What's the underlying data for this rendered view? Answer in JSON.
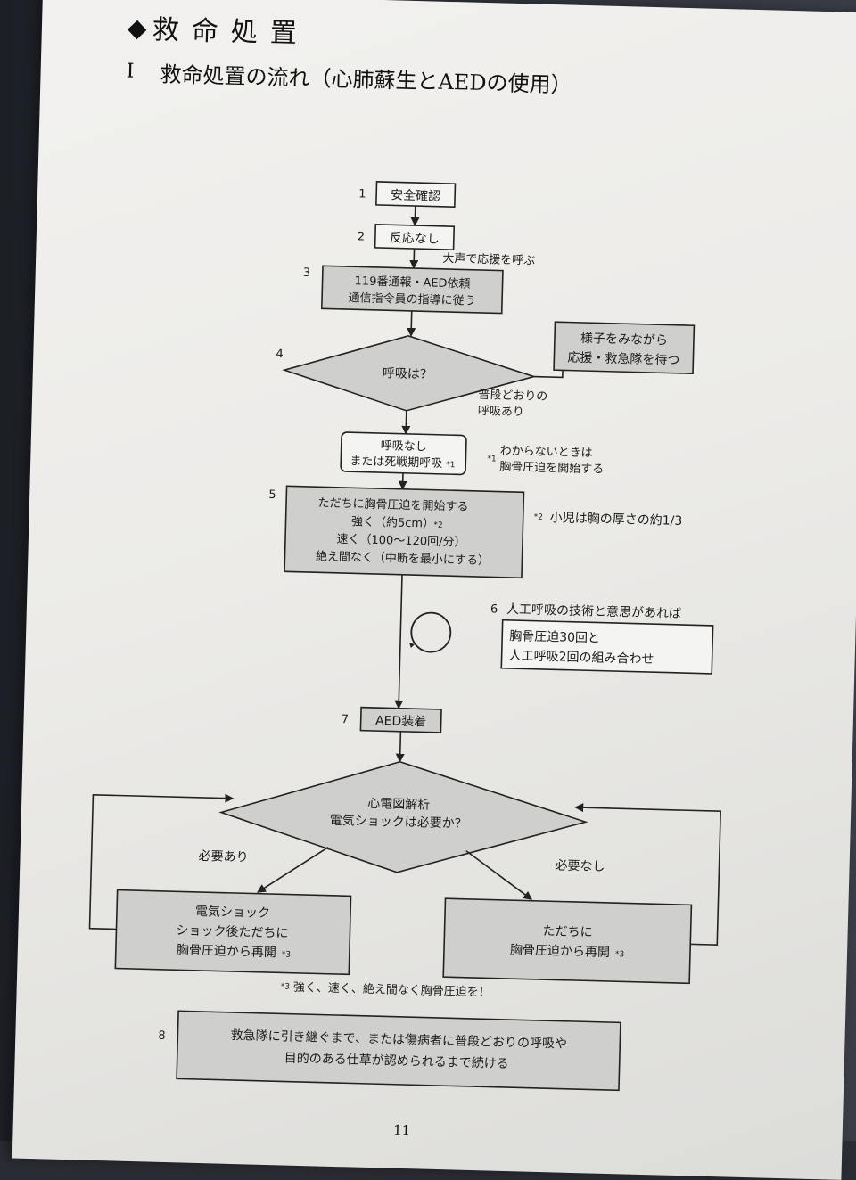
{
  "section_title": "救命処置",
  "section_marker": "◆",
  "subsection_number": "I",
  "subsection_title": "救命処置の流れ（心肺蘇生とAEDの使用）",
  "steps": {
    "s1": {
      "num": "1",
      "label": "安全確認"
    },
    "s2": {
      "num": "2",
      "label": "反応なし"
    },
    "call_note": "大声で応援を呼ぶ",
    "s3": {
      "num": "3",
      "line1": "119番通報・AED依頼",
      "line2": "通信指令員の指導に従う"
    },
    "s4": {
      "num": "4",
      "label": "呼吸は？"
    },
    "normal_breathing_box": {
      "line1": "様子をみながら",
      "line2": "応援・救急隊を待つ"
    },
    "normal_breathing_note": {
      "line1": "普段どおりの",
      "line2": "呼吸あり"
    },
    "no_breathing_box": {
      "line1": "呼吸なし",
      "line2": "または死戦期呼吸",
      "mark": "*1"
    },
    "note1": {
      "mark": "*1",
      "line1": "わからないときは",
      "line2": "胸骨圧迫を開始する"
    },
    "s5": {
      "num": "5",
      "line1": "ただちに胸骨圧迫を開始する",
      "line2": "強く（約5cm）",
      "line2_mark": "*2",
      "line3": "速く（100〜120回/分）",
      "line4": "絶え間なく（中断を最小にする）"
    },
    "note2": {
      "mark": "*2",
      "text": "小児は胸の厚さの約1/3"
    },
    "s6": {
      "num": "6",
      "title": "人工呼吸の技術と意思があれば",
      "line1": "胸骨圧迫30回と",
      "line2": "人工呼吸2回の組み合わせ"
    },
    "s7": {
      "num": "7",
      "label": "AED装着"
    },
    "analysis": {
      "line1": "心電図解析",
      "line2": "電気ショックは必要か？"
    },
    "shock_needed": "必要あり",
    "shock_not_needed": "必要なし",
    "shock_box": {
      "line1": "電気ショック",
      "line2": "ショック後ただちに",
      "line3": "胸骨圧迫から再開",
      "mark": "*3"
    },
    "no_shock_box": {
      "line1": "ただちに",
      "line2": "胸骨圧迫から再開",
      "mark": "*3"
    },
    "note3": {
      "mark": "*3",
      "text": "強く、速く、絶え間なく胸骨圧迫を！"
    },
    "s8": {
      "num": "8",
      "line1": "救急隊に引き継ぐまで、または傷病者に普段どおりの呼吸や",
      "line2": "目的のある仕草が認められるまで続ける"
    }
  },
  "page_number": "11"
}
